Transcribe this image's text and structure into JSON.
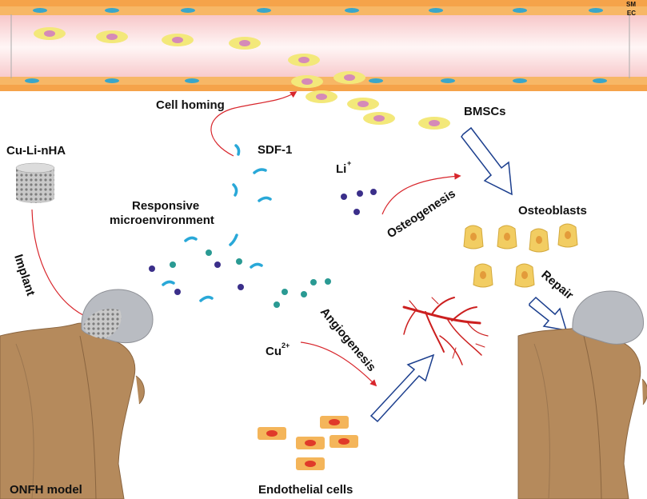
{
  "vessel": {
    "layer_sm": "SM",
    "layer_ec": "EC"
  },
  "labels": {
    "cell_homing": "Cell homing",
    "sdf1": "SDF-1",
    "bmscs": "BMSCs",
    "cu_li_nha": "Cu-Li-nHA",
    "li_ion": "Li",
    "li_charge": "+",
    "osteogenesis": "Osteogenesis",
    "osteoblasts": "Osteoblasts",
    "responsive_line1": "Responsive",
    "responsive_line2": "microenvironment",
    "implant": "Implant",
    "repair": "Repair",
    "cu_ion": "Cu",
    "cu_charge": "2+",
    "angiogenesis": "Angiogenesis",
    "onfh_model": "ONFH model",
    "endothelial_cells": "Endothelial cells"
  },
  "colors": {
    "vessel_wall": "#f5a34a",
    "vessel_lumen": "#fbe3e4",
    "sdf1_squiggle": "#29a8d8",
    "cu_ion": "#2a9a93",
    "li_ion": "#3b2f8a",
    "arrow_red": "#d8262c",
    "arrow_blue": "#1c3f8e",
    "bone": "#b58a5c",
    "cartilage": "#b9bcc2",
    "msc_cell": "#f3e87a",
    "osteoblast": "#f2cd62",
    "endothelial": "#f4b55a",
    "capillary": "#cc1f1f"
  }
}
